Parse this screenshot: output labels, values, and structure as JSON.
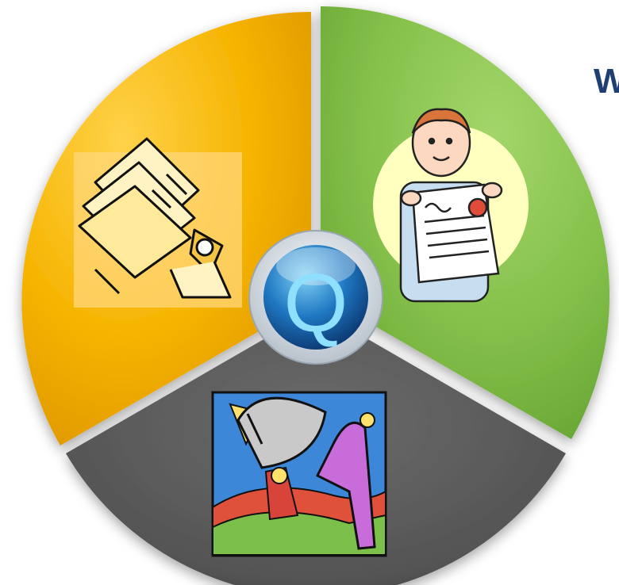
{
  "diagram": {
    "title_fragment": "W",
    "center_badge": {
      "letter": "Q",
      "icon": "q-orb-icon"
    },
    "segments": [
      {
        "id": "left",
        "color": "#f7b500",
        "icon": "rolodex-card-file-icon"
      },
      {
        "id": "right",
        "color": "#86c14a",
        "icon": "student-with-certificate-icon"
      },
      {
        "id": "bottom",
        "color": "#575757",
        "icon": "satellite-dish-person-icon"
      }
    ]
  }
}
